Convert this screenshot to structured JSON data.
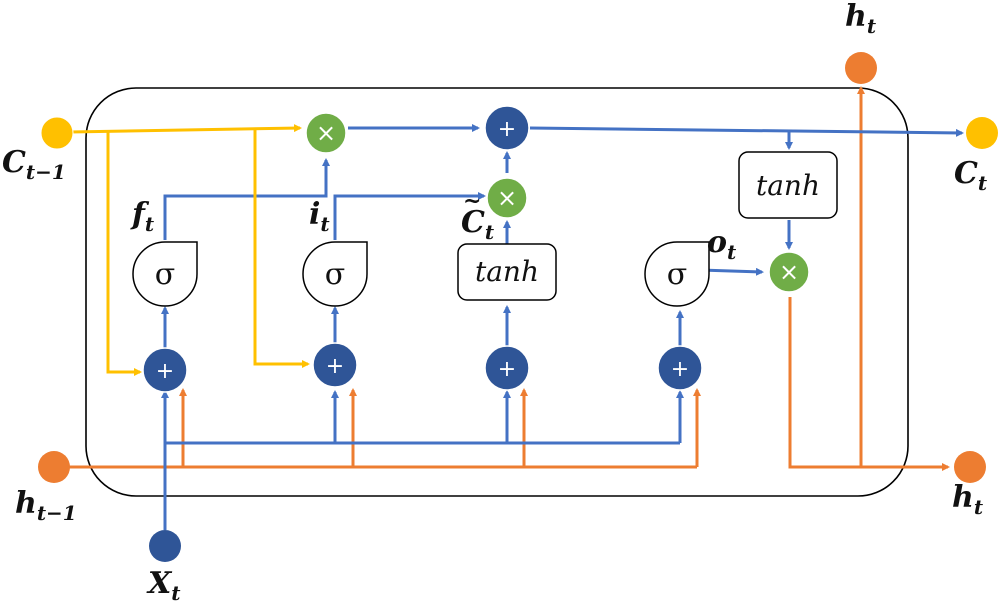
{
  "diagram": {
    "labels": {
      "c_prev": {
        "main": "C",
        "sub": "t−1"
      },
      "c_next": {
        "main": "C",
        "sub": "t"
      },
      "h_prev": {
        "main": "h",
        "sub": "t−1"
      },
      "h_out_bottom": {
        "main": "h",
        "sub": "t"
      },
      "h_out_top": {
        "main": "h",
        "sub": "t"
      },
      "x_in": {
        "main": "X",
        "sub": "t"
      },
      "forget_gate": {
        "main": "f",
        "sub": "t"
      },
      "input_gate": {
        "main": "i",
        "sub": "t"
      },
      "candidate": {
        "main": "C",
        "sub": "t",
        "accent": "~"
      },
      "output_gate": {
        "main": "o",
        "sub": "t"
      }
    },
    "operators": {
      "add": "+",
      "multiply": "×"
    },
    "blocks": {
      "sigmoid": "σ",
      "tanh": "tanh"
    },
    "colors": {
      "cell_state": "#FFC000",
      "hidden": "#ED7D31",
      "signal": "#4472C4",
      "add_node": "#2F5597",
      "mul_node": "#70AD47",
      "border": "#000000"
    }
  }
}
